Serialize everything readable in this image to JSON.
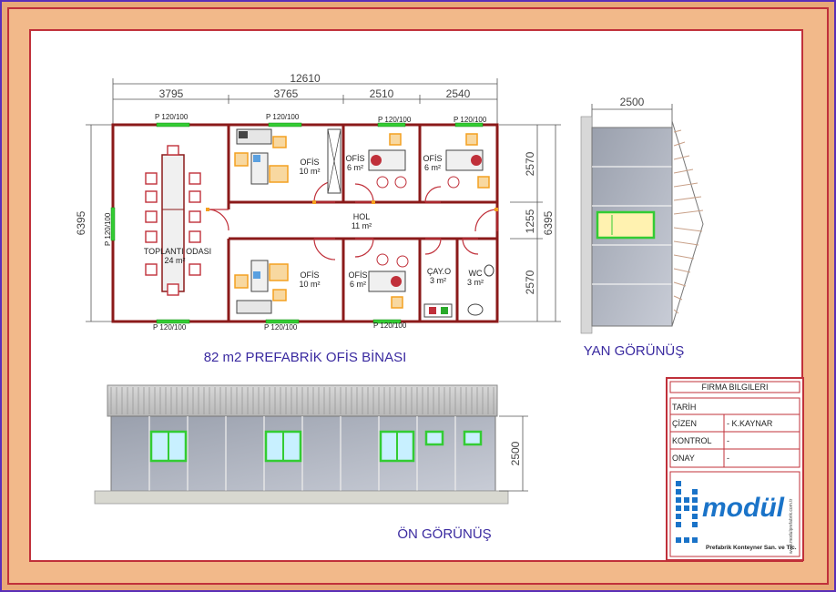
{
  "plan": {
    "title": "82 m2 PREFABRİK OFİS BİNASI",
    "dims": {
      "total_width": "12610",
      "w1": "3795",
      "w2": "3765",
      "w3": "2510",
      "w4": "2540",
      "left_height": "6395",
      "right_h1": "2570",
      "right_h2": "1255",
      "right_h3": "2570",
      "right_total": "6395"
    },
    "window_label": "P 120/100",
    "rooms": {
      "meeting": {
        "name": "TOPLANTI ODASI",
        "area": "24 m²"
      },
      "office_top": {
        "name": "OFİS",
        "area": "10 m²"
      },
      "office_bottom": {
        "name": "OFİS",
        "area": "10 m²"
      },
      "office_small_tl": {
        "name": "OFİS",
        "area": "6 m²"
      },
      "office_small_tr": {
        "name": "OFİS",
        "area": "6 m²"
      },
      "office_small_b": {
        "name": "OFİS",
        "area": "6 m²"
      },
      "hall": {
        "name": "HOL",
        "area": "11 m²"
      },
      "tea": {
        "name": "ÇAY.O",
        "area": "3 m²"
      },
      "wc": {
        "name": "WC",
        "area": "3 m²"
      }
    }
  },
  "side_view": {
    "title": "YAN GÖRÜNÜŞ",
    "width_dim": "2500"
  },
  "front_view": {
    "title": "ÖN GÖRÜNÜŞ",
    "height_dim": "2500"
  },
  "title_block": {
    "header": "FIRMA BILGILERI",
    "rows": [
      {
        "label": "TARİH",
        "value": ""
      },
      {
        "label": "ÇİZEN",
        "value": "- K.KAYNAR"
      },
      {
        "label": "KONTROL",
        "value": "-"
      },
      {
        "label": "ONAY",
        "value": "-"
      }
    ],
    "logo_text": "modül",
    "company": "Prefabrik Konteyner San. ve Tic.",
    "site": "www.modulprefabrik.com.tr"
  },
  "colors": {
    "wall": "#8b1a1a",
    "window": "#33cc33",
    "frame_outer": "#5a2fb8",
    "frame_red": "#c0303a",
    "border_fill": "#f2b98a",
    "logo_blue": "#1a73c8"
  }
}
